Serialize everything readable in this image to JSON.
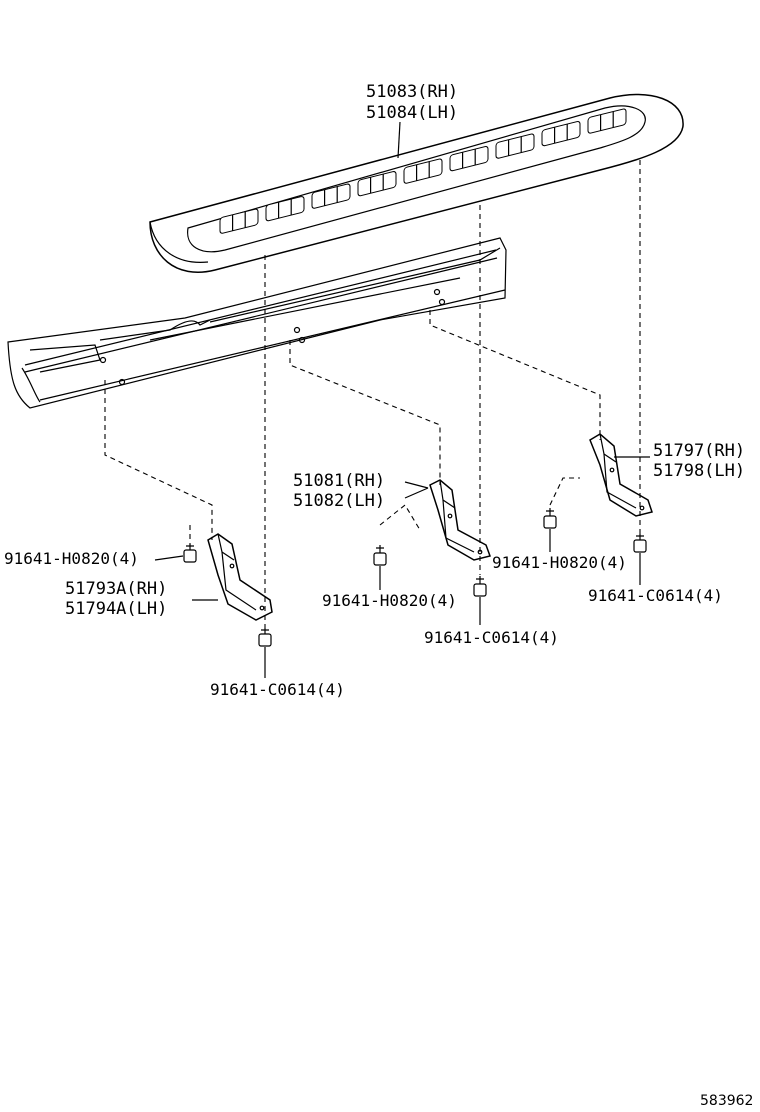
{
  "labels": {
    "step_board_rh": "51083(RH)",
    "step_board_lh": "51084(LH)",
    "center_bracket_rh": "51081(RH)",
    "center_bracket_lh": "51082(LH)",
    "rear_bracket_rh": "51797(RH)",
    "rear_bracket_lh": "51798(LH)",
    "front_bracket_rh": "51793A(RH)",
    "front_bracket_lh": "51794A(LH)",
    "bolt_front": "91641-H0820(4)",
    "bolt_center": "91641-H0820(4)",
    "bolt_rear": "91641-H0820(4)",
    "nut_front": "91641-C0614(4)",
    "nut_center": "91641-C0614(4)",
    "nut_rear": "91641-C0614(4)"
  },
  "diagram_id": "583962"
}
